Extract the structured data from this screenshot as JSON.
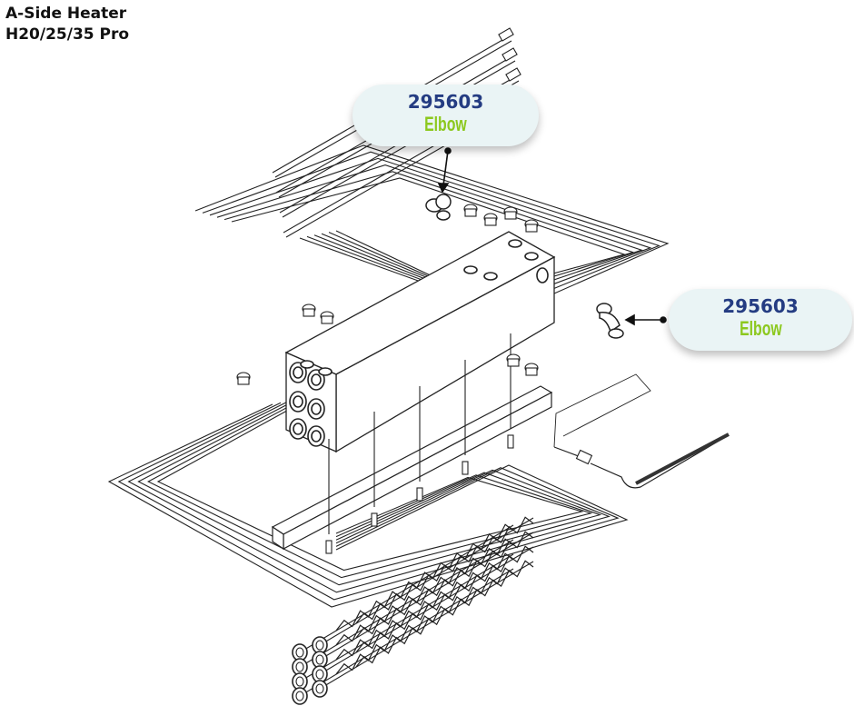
{
  "title": {
    "line1": "A-Side Heater",
    "line2": "H20/25/35 Pro"
  },
  "callouts": [
    {
      "part_number": "295603",
      "label": "Elbow"
    },
    {
      "part_number": "295603",
      "label": "Elbow"
    }
  ],
  "colors": {
    "part_number": "#243c82",
    "label": "#8cc81e",
    "bubble": "#eaf4f5"
  }
}
